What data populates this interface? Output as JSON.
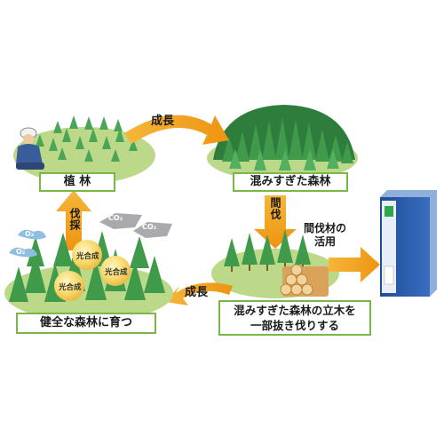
{
  "labels": {
    "planting": "植 林",
    "overcrowded": "混みすぎた森林",
    "thinning_desc_line1": "混みすぎた森林の立木を",
    "thinning_desc_line2": "一部抜き伐りする",
    "healthy": "健全な森林に育つ"
  },
  "arrows": {
    "growth_top": "成長",
    "thinning": "間伐",
    "growth_bottom": "成長",
    "harvest": "伐採",
    "use_line1": "間伐材の",
    "use_line2": "活用"
  },
  "photosynthesis": [
    "光合成",
    "光合成",
    "光合成"
  ],
  "gases": {
    "o2_a": "O₂",
    "o2_b": "O₂",
    "co2_a": "CO₂",
    "co2_b": "CO₂"
  },
  "colors": {
    "label_border": "#7ab648",
    "arrow_orange": "#f0a020",
    "forest_green": "#3f9a4a",
    "ground_green": "#bcd98a",
    "binder_blue": "#2a5caa"
  }
}
